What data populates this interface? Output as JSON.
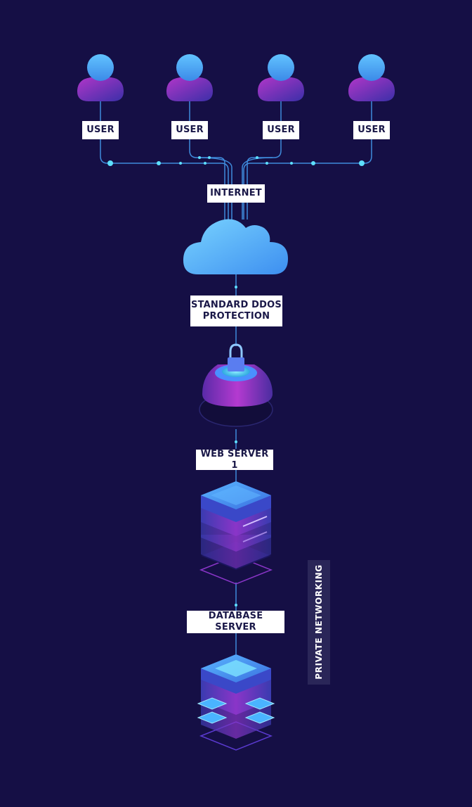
{
  "users": [
    {
      "label": "USER"
    },
    {
      "label": "USER"
    },
    {
      "label": "USER"
    },
    {
      "label": "USER"
    }
  ],
  "nodes": {
    "internet": "INTERNET",
    "ddos": "STANDARD DDOS\nPROTECTION",
    "web_server": "WEB SERVER 1",
    "database": "DATABASE SERVER"
  },
  "private_networking": "PRIVATE NETWORKING",
  "colors": {
    "background": "#150f45",
    "line": "#3f8bdc",
    "node_glow": "#5ee0ff",
    "accent_purple": "#8a2fc4",
    "accent_blue": "#4aa8f0",
    "label_bg": "#ffffff",
    "label_text": "#1a1848"
  }
}
